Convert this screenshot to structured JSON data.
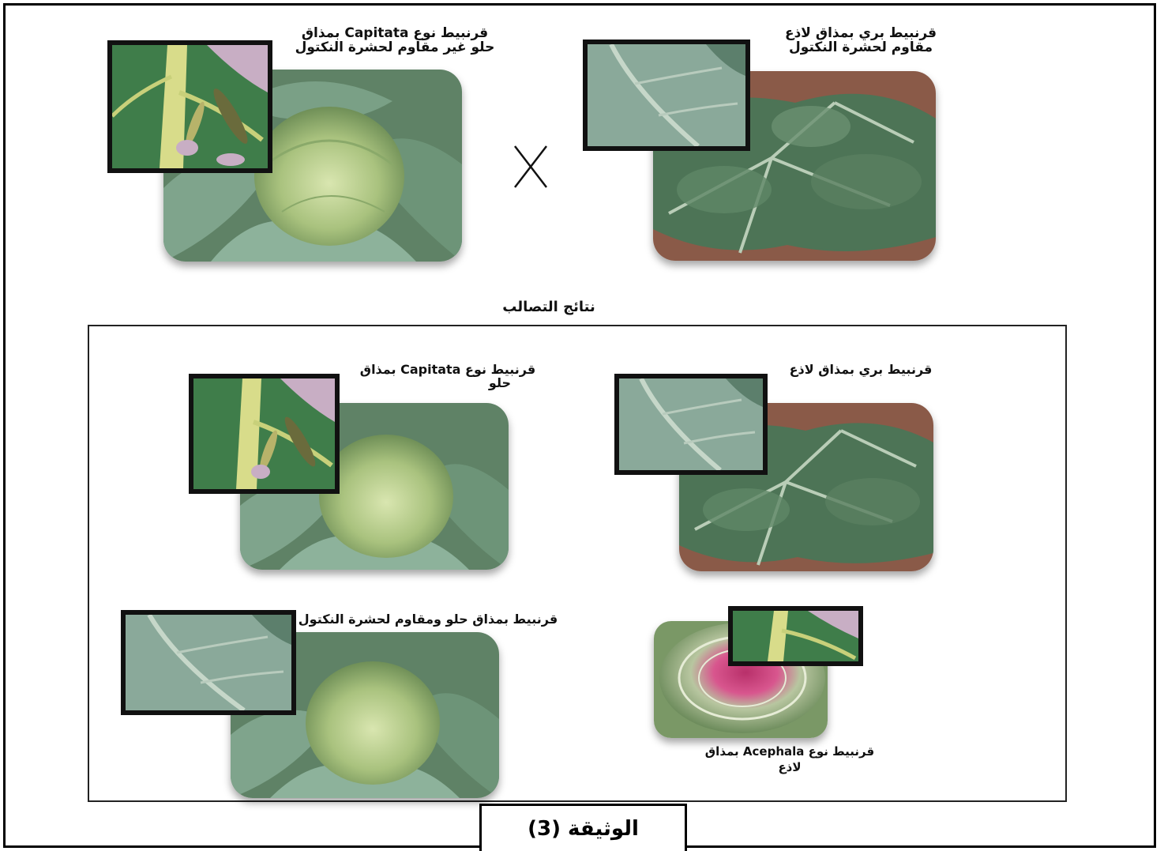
{
  "parents": {
    "capitata": {
      "label_line1": "قرنبيط نوع Capitata بمذاق",
      "label_line2": "حلو غير مقاوم لحشرة النكتول"
    },
    "wild": {
      "label_line1": "قرنبيط بري بمذاق لاذع",
      "label_line2": "مقاوم لحشرة النكتول"
    },
    "cross_symbol": "X"
  },
  "results": {
    "title": "نتائج التصالب",
    "capitata": {
      "label_line1": "قرنبيط نوع Capitata بمذاق",
      "label_line2": "حلو"
    },
    "wild": {
      "label": "قرنبيط بري بمذاق لاذع"
    },
    "sweet_resistant": {
      "label": "قرنبيط بمذاق حلو ومقاوم لحشرة النكتول"
    },
    "acephala": {
      "label_line1": "قرنبيط نوع Acephala بمذاق",
      "label_line2": "لاذع"
    }
  },
  "document_label": "الوثيقة (3)"
}
